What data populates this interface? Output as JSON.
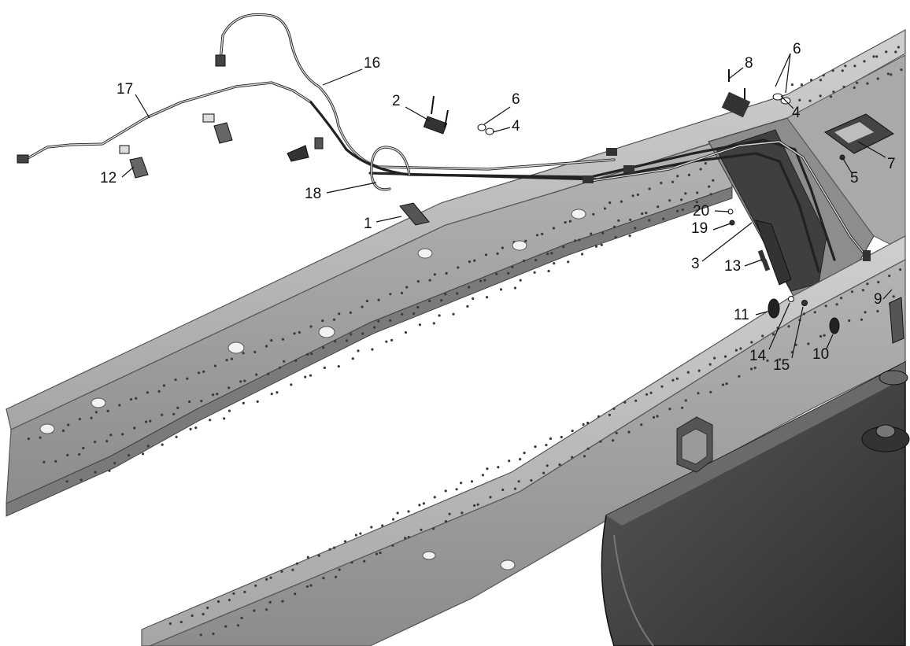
{
  "diagram": {
    "colors": {
      "frame_light": "#bdbdbd",
      "frame_mid": "#9a9a9a",
      "frame_dark": "#6f6f6f",
      "tank": "#4a4a4a",
      "tank_dark": "#2c2c2c",
      "pipe": "#222222",
      "background": "#ffffff"
    },
    "parts": [
      {
        "id": "p1",
        "label": "1",
        "icon": "angle-bracket-icon"
      },
      {
        "id": "p2",
        "label": "2",
        "icon": "pipe-clamp-block-icon"
      },
      {
        "id": "p3",
        "label": "3",
        "icon": "mounting-plate-icon"
      },
      {
        "id": "p4a",
        "label": "4",
        "icon": "washer-icon"
      },
      {
        "id": "p4b",
        "label": "4",
        "icon": "washer-icon"
      },
      {
        "id": "p5",
        "label": "5",
        "icon": "bolt-icon"
      },
      {
        "id": "p6a",
        "label": "6",
        "icon": "nut-icon"
      },
      {
        "id": "p6b",
        "label": "6",
        "icon": "nut-icon"
      },
      {
        "id": "p7",
        "label": "7",
        "icon": "bracket-plate-icon"
      },
      {
        "id": "p8",
        "label": "8",
        "icon": "screw-icon"
      },
      {
        "id": "p9",
        "label": "9",
        "icon": "clip-icon"
      },
      {
        "id": "p10",
        "label": "10",
        "icon": "plug-icon"
      },
      {
        "id": "p11",
        "label": "11",
        "icon": "plug-icon"
      },
      {
        "id": "p12",
        "label": "12",
        "icon": "pipe-clip-icon"
      },
      {
        "id": "p13",
        "label": "13",
        "icon": "bolt-icon"
      },
      {
        "id": "p14",
        "label": "14",
        "icon": "washer-icon"
      },
      {
        "id": "p15",
        "label": "15",
        "icon": "nut-icon"
      },
      {
        "id": "p16",
        "label": "16",
        "icon": "brake-pipe-icon"
      },
      {
        "id": "p17",
        "label": "17",
        "icon": "brake-pipe-icon"
      },
      {
        "id": "p18",
        "label": "18",
        "icon": "brake-pipe-icon"
      },
      {
        "id": "p19",
        "label": "19",
        "icon": "washer-icon"
      },
      {
        "id": "p20",
        "label": "20",
        "icon": "nut-icon"
      }
    ]
  }
}
